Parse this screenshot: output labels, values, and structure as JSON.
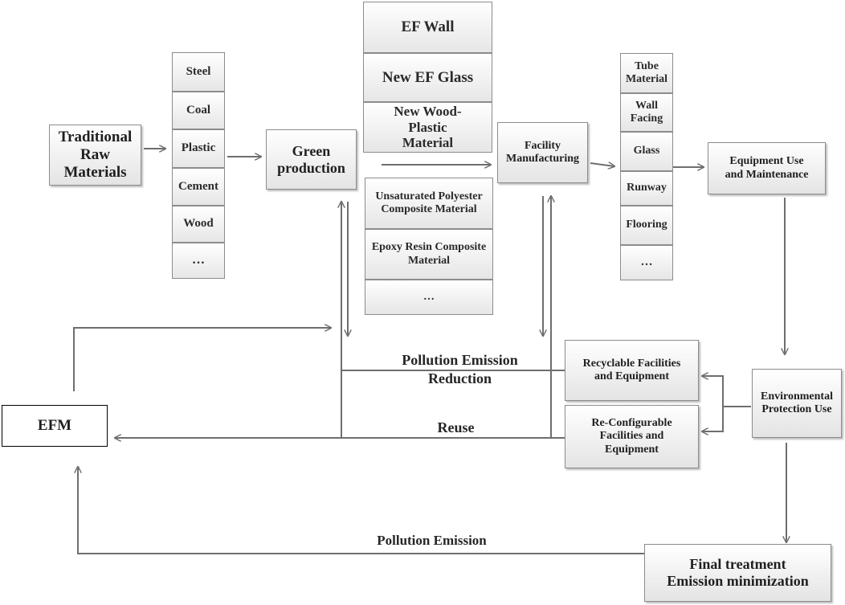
{
  "nodes": {
    "traditional_raw": "Traditional\nRaw\nMaterials",
    "green_production": "Green\nproduction",
    "facility_manufacturing": "Facility\nManufacturing",
    "equipment_use": "Equipment Use\nand Maintenance",
    "environmental_protection": "Environmental\nProtection Use",
    "recyclable": "Recyclable Facilities\nand Equipment",
    "reconfigurable": "Re-Configurable\nFacilities and\nEquipment",
    "final_treatment": "Final treatment\nEmission minimization",
    "efm": "EFM"
  },
  "raw_materials": [
    "Steel",
    "Coal",
    "Plastic",
    "Cement",
    "Wood",
    "…"
  ],
  "ef_products": [
    "EF Wall",
    "New EF Glass",
    "New Wood-\nPlastic\nMaterial"
  ],
  "composites": [
    "Unsaturated Polyester\nComposite Material",
    "Epoxy Resin Composite\nMaterial",
    "…"
  ],
  "facility_items": [
    "Tube\nMaterial",
    "Wall\nFacing",
    "Glass",
    "Runway",
    "Flooring",
    "…"
  ],
  "flow_labels": {
    "pollution_reduction": "Pollution Emission\nReduction",
    "reuse": "Reuse",
    "pollution_emission": "Pollution Emission"
  },
  "colors": {
    "arrow": "#6e6e6e",
    "border": "#8c8c8c",
    "efm_border": "#000000"
  }
}
